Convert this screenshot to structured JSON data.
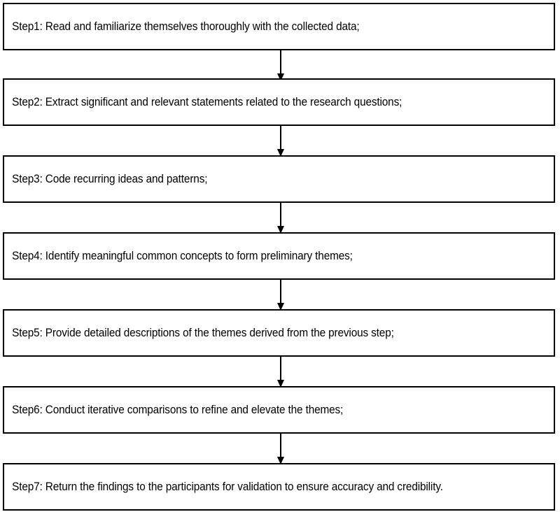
{
  "chart_data": {
    "type": "diagram",
    "diagram_type": "flowchart",
    "orientation": "vertical",
    "title": "",
    "node_count": 7,
    "connector_count": 6,
    "connector_style": "straight-arrow-down",
    "colors": {
      "box_border": "#000000",
      "box_fill": "#ffffff",
      "text": "#000000",
      "arrow": "#000000",
      "background": "#ffffff"
    },
    "nodes": [
      {
        "id": "step1",
        "label": "Step1: Read and familiarize themselves thoroughly with the collected data;"
      },
      {
        "id": "step2",
        "label": "Step2: Extract significant and relevant statements related to the research questions;"
      },
      {
        "id": "step3",
        "label": "Step3: Code recurring ideas and patterns;"
      },
      {
        "id": "step4",
        "label": "Step4: Identify meaningful common concepts to form preliminary themes;"
      },
      {
        "id": "step5",
        "label": "Step5: Provide detailed descriptions of the themes derived from the previous step;"
      },
      {
        "id": "step6",
        "label": "Step6: Conduct iterative comparisons to refine and elevate the themes;"
      },
      {
        "id": "step7",
        "label": "Step7: Return the findings to the participants for validation to ensure accuracy and credibility."
      }
    ],
    "edges": [
      {
        "from": "step1",
        "to": "step2"
      },
      {
        "from": "step2",
        "to": "step3"
      },
      {
        "from": "step3",
        "to": "step4"
      },
      {
        "from": "step4",
        "to": "step5"
      },
      {
        "from": "step5",
        "to": "step6"
      },
      {
        "from": "step6",
        "to": "step7"
      }
    ]
  },
  "flowchart": {
    "steps": [
      {
        "label": "Step1: Read and familiarize themselves thoroughly with the collected data;"
      },
      {
        "label": "Step2: Extract significant and relevant statements related to the research questions;"
      },
      {
        "label": "Step3: Code recurring ideas and patterns;"
      },
      {
        "label": "Step4: Identify meaningful common concepts to form preliminary themes;"
      },
      {
        "label": "Step5: Provide detailed descriptions of the themes derived from the previous step;"
      },
      {
        "label": "Step6: Conduct iterative comparisons to refine and elevate the themes;"
      },
      {
        "label": "Step7: Return the findings to the participants for validation to ensure accuracy and credibility."
      }
    ]
  }
}
